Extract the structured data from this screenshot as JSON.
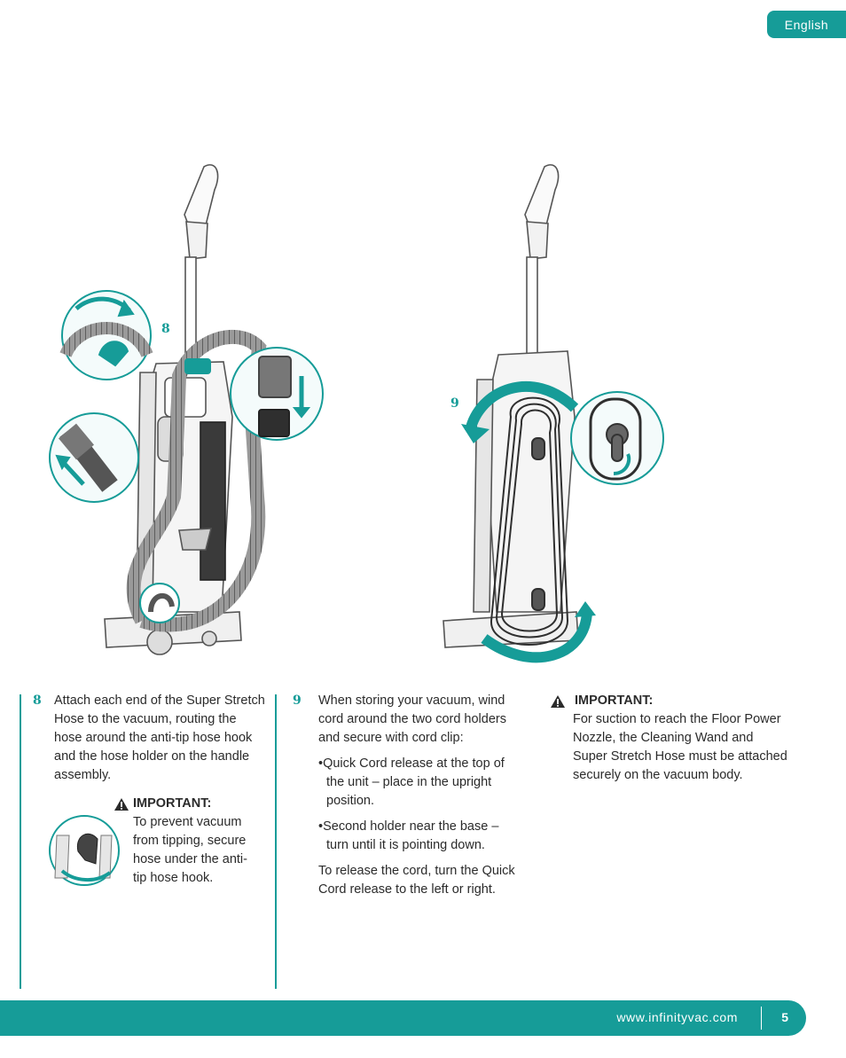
{
  "header": {
    "language_tab": "English"
  },
  "illustration": {
    "left_callout": "8",
    "right_callout": "9",
    "accent": "#169c98"
  },
  "step8": {
    "number": "8",
    "text": "Attach each end of the Super Stretch Hose to the vacuum, routing the hose around the anti-tip hose hook and the hose holder on the handle assembly.",
    "important_title": "IMPORTANT:",
    "important_text": "To prevent vacuum from tipping, secure hose under the anti-tip hose hook."
  },
  "step9": {
    "number": "9",
    "text": "When storing your vacuum, wind cord around the two cord holders and secure with cord clip:",
    "bullets": [
      "Quick Cord release at the top of the unit – place in the upright position.",
      "Second holder near the base – turn until it is pointing down."
    ],
    "release_text": "To release the cord, turn the Quick Cord release to the left or right."
  },
  "important": {
    "title": "IMPORTANT:",
    "text": "For suction to reach the Floor Power Nozzle, the Cleaning Wand and Super Stretch Hose must be attached securely on the vacuum body."
  },
  "footer": {
    "url": "www.infinityvac.com",
    "page": "5"
  }
}
